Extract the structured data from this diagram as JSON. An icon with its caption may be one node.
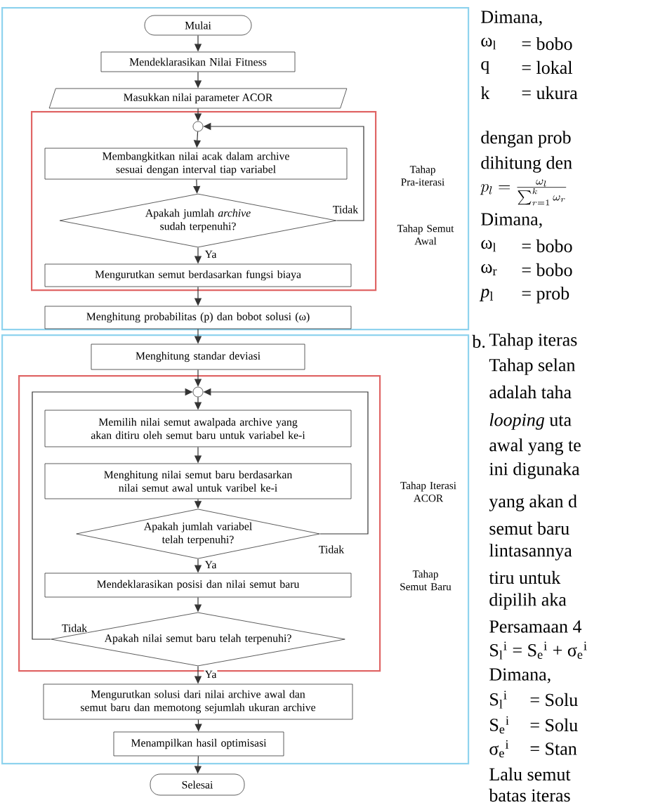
{
  "diagram": {
    "nodes": [
      {
        "text": [
          "Tahap Pra-iterasi"
        ]
      },
      {
        "text": [
          "Mulai"
        ],
        "in": 0
      },
      {
        "text": [
          "Mendeklarasikan Nilai Fitness"
        ],
        "in": 0
      },
      {
        "text": [
          "Masukkan nilai parameter ACOR"
        ],
        "in": 0
      },
      {
        "text": [
          "Tahap Semut Awal"
        ],
        "in": 0
      },
      {
        "text": [],
        "shape": "circle",
        "in": 4
      },
      {
        "text": [
          "Membangkitkan nilai acak dalam archive sesuai dengan interval tiap variabel"
        ],
        "in": 4
      },
      {
        "text": [
          "Apakah jumlah *archive* sudah terpenuhi?"
        ],
        "in": 4
      },
      {
        "text": [
          "Mengurutkan semut berdasarkan fungsi biaya"
        ],
        "in": 4
      },
      {
        "text": [
          "Menghitung probabilitas (p) dan bobot solusi (ω)"
        ],
        "in": 0
      },
      {
        "text": [
          "Tahap Iterasi ACOR"
        ]
      },
      {
        "text": [
          "Menghitung standar deviasi"
        ],
        "in": 10
      },
      {
        "text": [
          "Tahap Semut Baru"
        ],
        "in": 10
      },
      {
        "text": [],
        "shape": "circle",
        "in": 12
      },
      {
        "text": [
          "Memilih nilai semut awalpada archive yang akan ditiru oleh semut baru untuk variabel ke-i"
        ],
        "in": 12
      },
      {
        "text": [
          "Menghitung nilai semut baru berdasarkan nilai semut awal untuk varibel ke-i"
        ],
        "in": 12
      },
      {
        "text": [
          "Apakah jumlah variabel telah terpenuhi?"
        ],
        "in": 12
      },
      {
        "text": [
          "Mendeklarasikan posisi dan nilai semut baru"
        ],
        "in": 12
      },
      {
        "text": [
          "Apakah nilai semut baru telah terpenuhi?"
        ],
        "in": 12
      },
      {
        "text": [
          "Mengurutkan solusi dari nilai archive awal dan semut baru dan memotong sejumlah ukuran archive"
        ],
        "in": 10
      },
      {
        "text": [
          "Menampilkan hasil optimisasi"
        ],
        "in": 10
      },
      {
        "text": [
          "Selesai"
        ]
      }
    ],
    "edges": [
      {
        "from": 1,
        "to": 2,
        "arrow": "to"
      },
      {
        "from": 2,
        "to": 3,
        "arrow": "to"
      },
      {
        "from": 3,
        "to": 5,
        "arrow": "to"
      },
      {
        "from": 5,
        "to": 6,
        "arrow": "to"
      },
      {
        "from": 6,
        "to": 7,
        "arrow": "to"
      },
      {
        "from": 7,
        "to": 5,
        "arrow": "to",
        "label": "Tidak"
      },
      {
        "from": 7,
        "to": 8,
        "arrow": "to",
        "label": "Ya"
      },
      {
        "from": 8,
        "to": 9,
        "arrow": "to"
      },
      {
        "from": 9,
        "to": 11,
        "arrow": "to"
      },
      {
        "from": 11,
        "to": 13,
        "arrow": "to"
      },
      {
        "from": 13,
        "to": 14,
        "arrow": "to"
      },
      {
        "from": 14,
        "to": 15,
        "arrow": "to"
      },
      {
        "from": 15,
        "to": 16,
        "arrow": "to"
      },
      {
        "from": 16,
        "to": 13,
        "arrow": "to",
        "label": "Tidak"
      },
      {
        "from": 16,
        "to": 17,
        "arrow": "to",
        "label": "Ya"
      },
      {
        "from": 17,
        "to": 18,
        "arrow": "to"
      },
      {
        "from": 18,
        "to": 13,
        "arrow": "to",
        "label": "Tidak"
      },
      {
        "from": 18,
        "to": 19,
        "arrow": "to",
        "label": "Ya"
      },
      {
        "from": 19,
        "to": 20,
        "arrow": "to"
      },
      {
        "from": 20,
        "to": 21,
        "arrow": "to"
      }
    ],
    "labels": [
      "Dimana,",
      "ω$_{l}$",
      "= bobo",
      "q",
      "= lokal",
      "k",
      "= ukura",
      "dengan prob",
      "dihitung den",
      "p_{l} = \\frac{\\omega_{l}}{\\sum_{r=1}^{k} \\omega_{r}}",
      "Dimana,",
      "ω$_{l}$",
      "= bobo",
      "ω$_{r}$",
      "= bobo",
      "*p*$_{l}$",
      "= prob",
      "b.",
      "Tahap iteras",
      "Tahap selan",
      "adalah taha",
      "*looping* uta",
      "awal yang te",
      "ini digunaka",
      "yang akan d",
      "semut baru",
      "lintasannya",
      "tiru untuk",
      "dipilih aka",
      "Persamaan 4",
      "S$_{l}$$^{i}$ = S$_{e}$$^{i}$ + σ$_{e}$$^{i}$",
      "Dimana,",
      "S$_{l}$$^{i}$",
      "= Solu",
      "S$_{e}$$^{i}$",
      "= Solu",
      "σ$_{e}$$^{i}$",
      "= Stan",
      "Lalu semut",
      "batas iteras"
    ]
  }
}
